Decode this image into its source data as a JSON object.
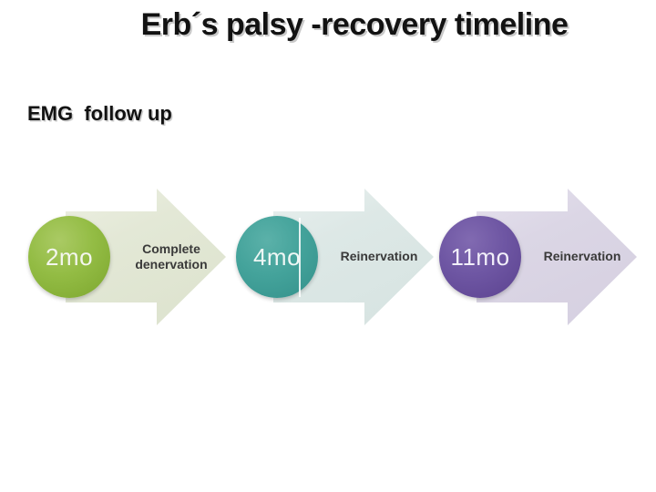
{
  "slide": {
    "title": "Erb´s palsy -recovery timeline",
    "subtitle": "EMG  follow up"
  },
  "timeline": {
    "steps": [
      {
        "time": "2mo",
        "event": "Complete denervation",
        "circle_color": "#8fb93e",
        "arrow_color": "#e2e7d4"
      },
      {
        "time": "4mo",
        "event": "Reinervation",
        "circle_color": "#42a29a",
        "arrow_color": "#dde8e6"
      },
      {
        "time": "11mo",
        "event": "Reinervation",
        "circle_color": "#6c54a1",
        "arrow_color": "#dad4e4"
      }
    ]
  }
}
